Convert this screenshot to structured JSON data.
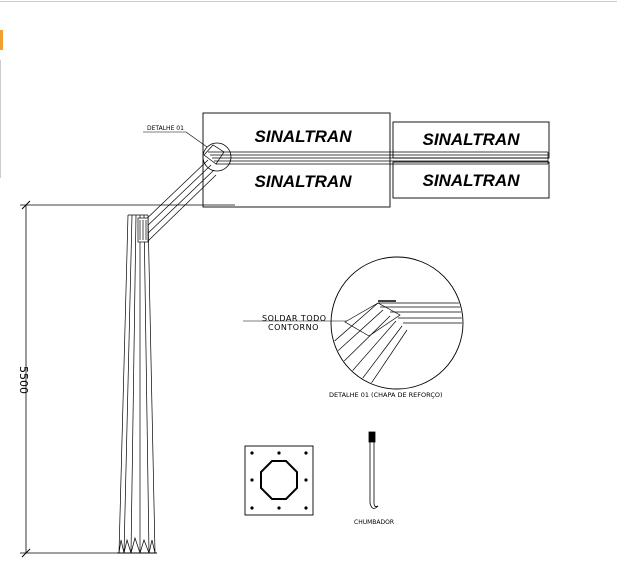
{
  "labels": {
    "detail_callout": "DETALHE 01",
    "weld_line1": "SOLDAR TODO",
    "weld_line2": "CONTORNO",
    "detail_caption": "DETALHE 01 (CHAPA DE REFORÇO)",
    "anchor_caption": "CHUMBADOR",
    "height_dimension": "5500"
  },
  "signs": {
    "left_top": "SINALTRAN",
    "left_bottom": "SINALTRAN",
    "right_top": "SINALTRAN",
    "right_bottom": "SINALTRAN"
  },
  "colors": {
    "ink": "#000000",
    "accent_tab": "#f0a030",
    "background": "#ffffff"
  }
}
